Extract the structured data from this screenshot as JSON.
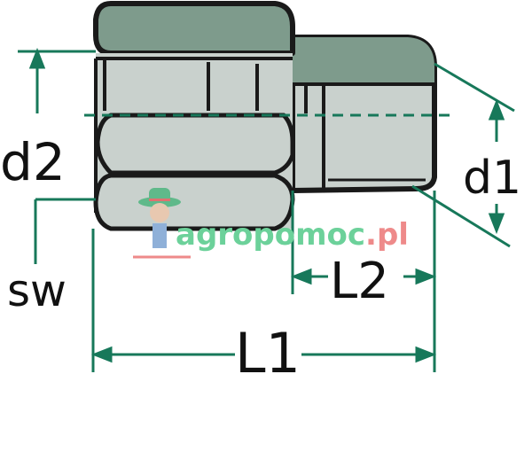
{
  "labels": {
    "d2": "d2",
    "d1": "d1",
    "sw": "SW",
    "l1": "L1",
    "l2": "L2"
  },
  "watermark": {
    "text_main": "agropomoc",
    "text_tld": ".pl"
  },
  "colors": {
    "dimension": "#17785a",
    "body": "#c9d1cd",
    "shade": "#7e9b8c",
    "outline": "#1a1a1a",
    "watermark_green": "#6cd19a",
    "watermark_red": "#ee8a8a"
  }
}
